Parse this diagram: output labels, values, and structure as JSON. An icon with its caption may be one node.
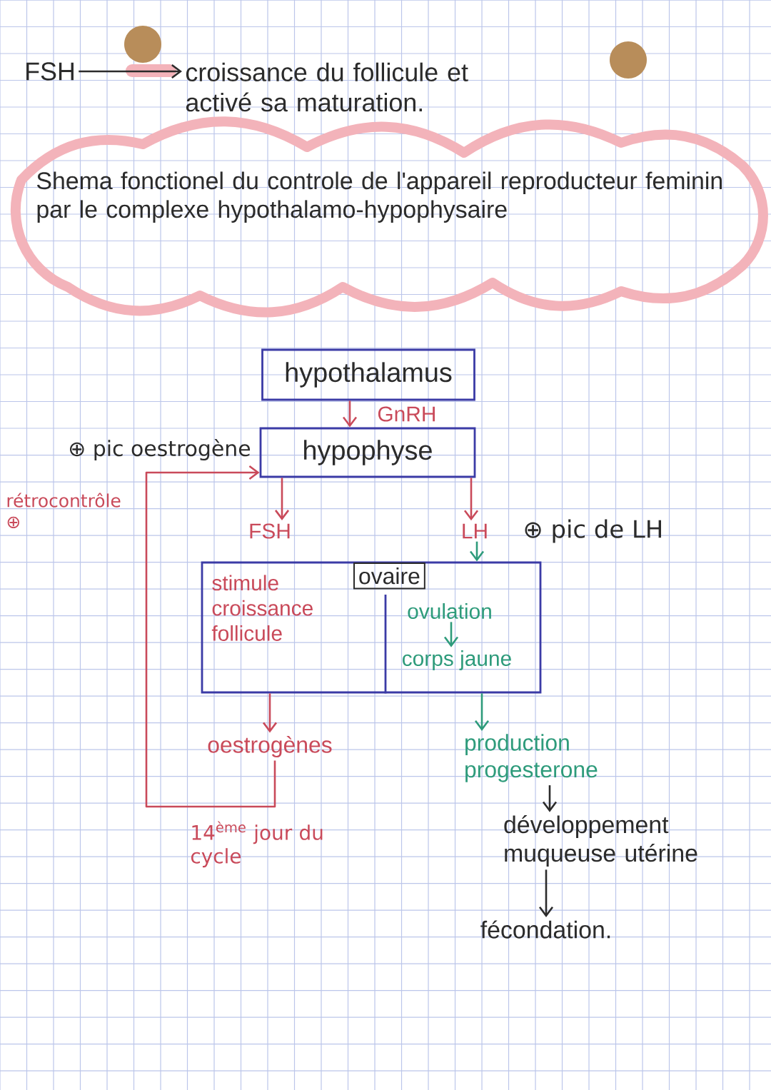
{
  "diagram": {
    "title": "Shema fonctionel du controle de l'appareil reproducteur feminin par le complexe hypothalamo-hypophysaire",
    "nodes": [
      {
        "text": [
          "FSH"
        ]
      },
      {
        "text": [
          "croissance du follicule et activé sa maturation."
        ]
      },
      {
        "text": [
          "hypothalamus"
        ]
      },
      {
        "text": [
          "hypophyse"
        ]
      },
      {
        "text": [
          "FSH"
        ]
      },
      {
        "text": [
          "LH"
        ]
      },
      {
        "text": [
          "ovaire"
        ]
      },
      {
        "text": [
          "stimule croissance follicule"
        ],
        "in": 6
      },
      {
        "text": [
          "ovulation"
        ],
        "in": 6
      },
      {
        "text": [
          "corps jaune"
        ],
        "in": 6
      },
      {
        "text": [
          "oestrogènes"
        ]
      },
      {
        "text": [
          "production progesterone"
        ]
      },
      {
        "text": [
          "développement muqueuse utérine"
        ]
      },
      {
        "text": [
          "fécondation."
        ]
      }
    ],
    "edges": [
      {
        "from": 0,
        "to": 1,
        "arrow": "to",
        "color": "#2b2b2b"
      },
      {
        "from": 2,
        "to": 3,
        "arrow": "to",
        "label": "GnRH"
      },
      {
        "from": 3,
        "to": 4,
        "arrow": "to"
      },
      {
        "from": 3,
        "to": 5,
        "arrow": "to"
      },
      {
        "from": 5,
        "to": 6,
        "arrow": "to",
        "color": "#2e9b7b"
      },
      {
        "from": 8,
        "to": 9,
        "arrow": "to",
        "color": "#2e9b7b"
      },
      {
        "from": 6,
        "to": 10,
        "arrow": "to"
      },
      {
        "from": 6,
        "to": 11,
        "arrow": "to",
        "color": "#2e9b7b"
      },
      {
        "from": 11,
        "to": 12,
        "arrow": "to",
        "color": "#2b2b2b"
      },
      {
        "from": 12,
        "to": 13,
        "arrow": "to",
        "color": "#2b2b2b"
      },
      {
        "from": 10,
        "to": 3,
        "arrow": "to"
      }
    ],
    "labels": [
      "⊕ pic oestrogène",
      "rétrocontrôle ⊕",
      "⊕ pic de LH",
      "14$^{ème}$ jour du cycle"
    ]
  }
}
